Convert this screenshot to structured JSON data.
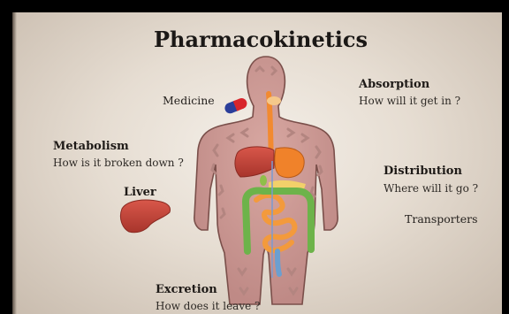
{
  "title": "Pharmacokinetics",
  "labels": {
    "medicine": "Medicine",
    "absorption_title": "Absorption",
    "absorption_question": "How will it get in ?",
    "metabolism_title": "Metabolism",
    "metabolism_question": "How is it broken down ?",
    "liver": "Liver",
    "distribution_title": "Distribution",
    "distribution_question": "Where will it go ?",
    "transporters": "Transporters",
    "excretion_title": "Excretion",
    "excretion_question": "How does it leave ?"
  },
  "colors": {
    "body_fill": "#c9938f",
    "body_outline": "#7a4f4a",
    "arrow": "#b98c88",
    "liver": "#c8453a",
    "stomach": "#f0822a",
    "intestine": "#6db34a",
    "pill_blue": "#2b3e9a",
    "pill_red": "#d8252b"
  }
}
